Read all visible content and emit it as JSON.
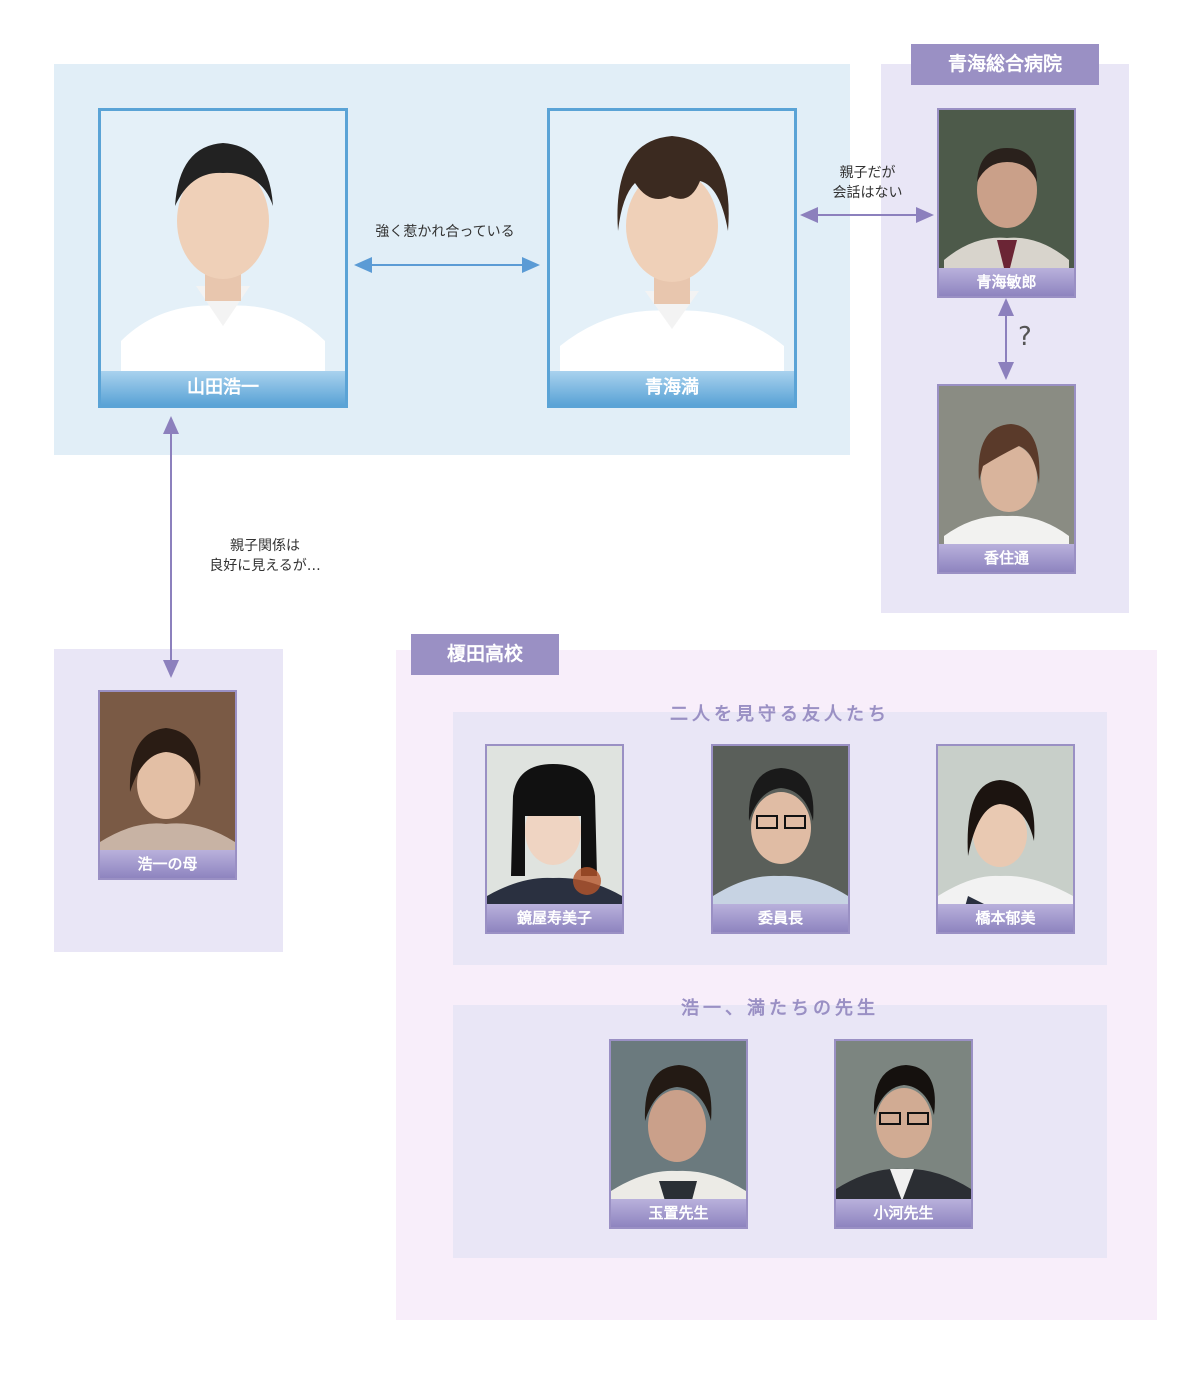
{
  "groups": {
    "hospital": "青海総合病院",
    "school": "榎田高校"
  },
  "subgroups": {
    "friends": "二人を見守る友人たち",
    "teachers": "浩一、満たちの先生"
  },
  "characters": {
    "koichi": "山田浩一",
    "mitsuru": "青海満",
    "toshiro": "青海敏郎",
    "kasumi": "香住通",
    "mother": "浩一の母",
    "kagamiya": "鏡屋寿美子",
    "iincho": "委員長",
    "hashimoto": "橋本郁美",
    "tamaoki": "玉置先生",
    "ogawa": "小河先生"
  },
  "relations": {
    "koichi_mitsuru": "強く惹かれ合っている",
    "mitsuru_father_line1": "親子だが",
    "mitsuru_father_line2": "会話はない",
    "father_kasumi": "?",
    "koichi_mother_line1": "親子関係は",
    "koichi_mother_line2": "良好に見えるが…"
  },
  "colors": {
    "accent_purple": "#9a90c4",
    "accent_blue": "#5aa3d6",
    "arrow_blue": "#5b9bd5",
    "arrow_purple": "#8c80bd"
  }
}
